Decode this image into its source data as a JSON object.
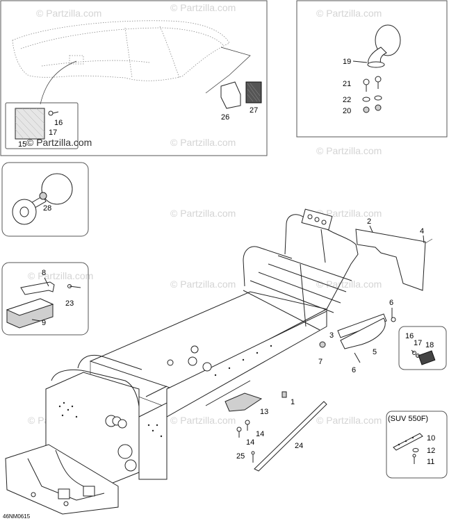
{
  "watermarks": [
    "© Partzilla.com",
    "© Partzilla.com",
    "© Partzilla.com",
    "© Partzilla.com",
    "© Partzilla.com",
    "© Partzilla.com",
    "© Partzilla.com",
    "© Partzilla.com",
    "© Partzilla.com",
    "© Partzilla.com",
    "© Partzilla.com",
    "© Partzilla.com",
    "© Partzilla.com"
  ],
  "watermark_dark": "© Partzilla.com",
  "callouts": {
    "c1": "1",
    "c2": "2",
    "c3": "3",
    "c4": "4",
    "c5": "5",
    "c6a": "6",
    "c6b": "6",
    "c7": "7",
    "c8": "8",
    "c9": "9",
    "c10": "10",
    "c11": "11",
    "c12": "12",
    "c13": "13",
    "c14a": "14",
    "c14b": "14",
    "c15": "15",
    "c16a": "16",
    "c16b": "16",
    "c17a": "17",
    "c17b": "17",
    "c18": "18",
    "c19": "19",
    "c20": "20",
    "c21": "21",
    "c22": "22",
    "c23": "23",
    "c24": "24",
    "c25": "25",
    "c26": "26",
    "c27": "27",
    "c28": "28"
  },
  "variant_label": "(SUV 550F)",
  "diagram_code": "46NM0615"
}
